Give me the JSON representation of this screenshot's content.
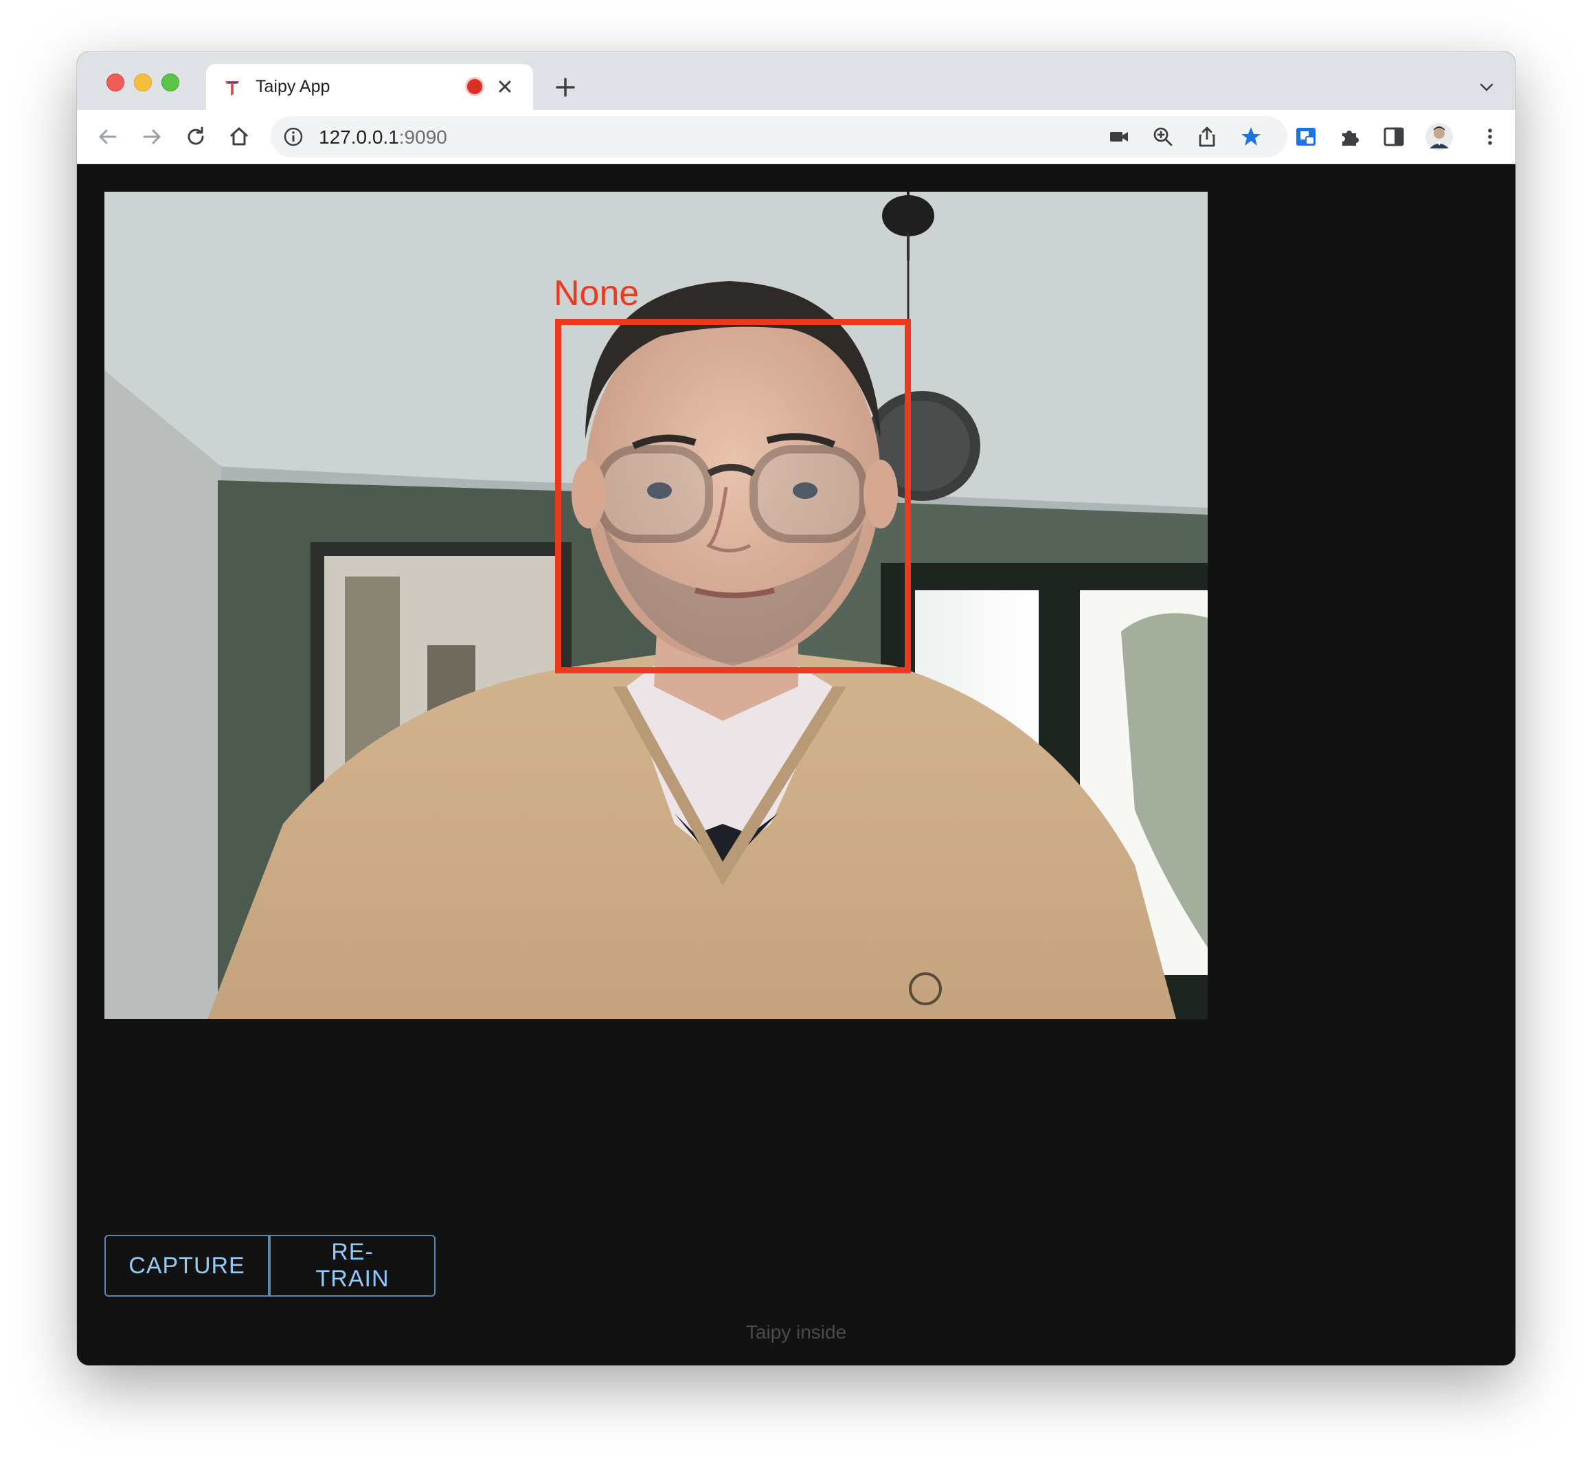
{
  "browser": {
    "tab_title": "Taipy App",
    "url_host": "127.0.0.1",
    "url_port": ":9090",
    "colors": {
      "tabstrip": "#dee1e6",
      "recording": "#d93025"
    }
  },
  "camera": {
    "detection_label": "None",
    "box_color": "#ec3a1f"
  },
  "buttons": {
    "capture": "CAPTURE",
    "retrain": "RE-TRAIN"
  },
  "footer": {
    "text": "Taipy inside"
  },
  "icons": [
    "back-arrow-icon",
    "forward-arrow-icon",
    "reload-icon",
    "home-icon",
    "site-info-icon",
    "camera-icon",
    "zoom-icon",
    "share-icon",
    "bookmark-star-icon",
    "extension-badge-icon",
    "puzzle-extensions-icon",
    "side-panel-icon",
    "profile-avatar",
    "kebab-menu-icon"
  ]
}
